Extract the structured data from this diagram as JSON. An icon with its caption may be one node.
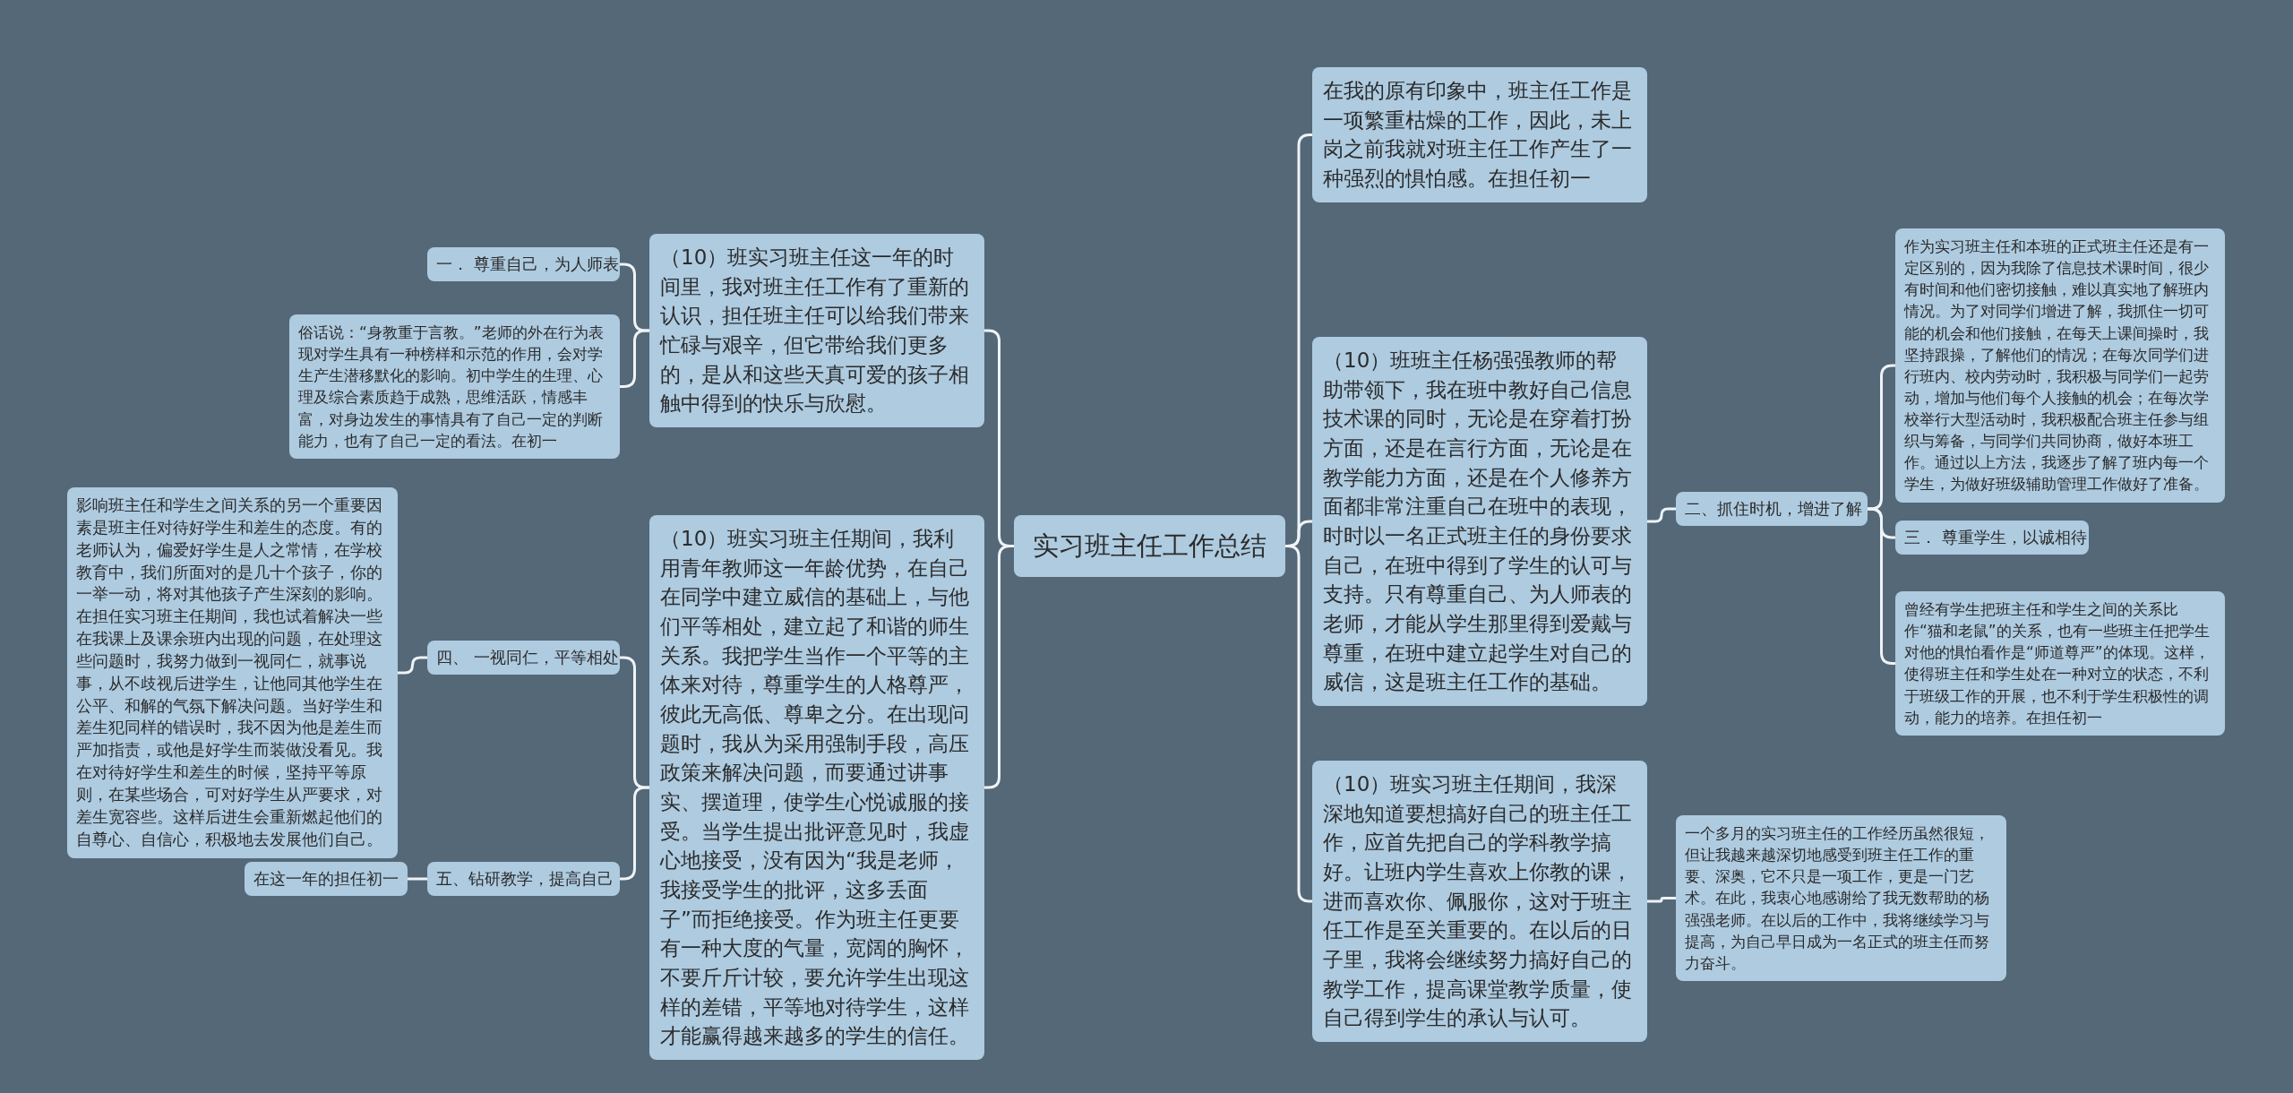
{
  "diagram": {
    "nodes": [
      {
        "text": [
          "实习班主任工作总结"
        ]
      },
      {
        "text": [
          "（10）班实习班主任这一年的时间里，我对班主任工作有了重新的认识，担任班主任可以给我们带来忙碌与艰辛，但它带给我们更多的，是从和这些天真可爱的孩子相触中得到的快乐与欣慰。"
        ]
      },
      {
        "text": [
          "一．  尊重自己，为人师表"
        ]
      },
      {
        "text": [
          "俗话说：“身教重于言教。”老师的外在行为表现对学生具有一种榜样和示范的作用，会对学生产生潜移默化的影响。初中学生的生理、心理及综合素质趋于成熟，思维活跃，情感丰富，对身边发生的事情具有了自己一定的判断能力，也有了自己一定的看法。在初一"
        ]
      },
      {
        "text": [
          "（10）班实习班主任期间，我利用青年教师这一年龄优势，在自己在同学中建立威信的基础上，与他们平等相处，建立起了和谐的师生关系。我把学生当作一个平等的主体来对待，尊重学生的人格尊严，彼此无高低、尊卑之分。在出现问题时，我从为采用强制手段，高压政策来解决问题，而要通过讲事实、摆道理，使学生心悦诚服的接受。当学生提出批评意见时，我虚心地接受，没有因为“我是老师，我接受学生的批评，这多丢面子”而拒绝接受。作为班主任更要有一种大度的气量，宽阔的胸怀，不要斤斤计较，要允许学生出现这样的差错，平等地对待学生，这样才能赢得越来越多的学生的信任。"
        ]
      },
      {
        "text": [
          "四、 一视同仁，平等相处"
        ]
      },
      {
        "text": [
          "影响班主任和学生之间关系的另一个重要因素是班主任对待好学生和差生的态度。有的老师认为，偏爱好学生是人之常情，在学校教育中，我们所面对的是几十个孩子，你的一举一动，将对其他孩子产生深刻的影响。在担任实习班主任期间，我也试着解决一些在我课上及课余班内出现的问题，在处理这些问题时，我努力做到一视同仁，就事说事，从不歧视后进学生，让他同其他学生在公平、和解的气氛下解决问题。当好学生和差生犯同样的错误时，我不因为他是差生而严加指责，或他是好学生而装做没看见。我在对待好学生和差生的时候，坚持平等原则，在某些场合，可对好学生从严要求，对差生宽容些。这样后进生会重新燃起他们的自尊心、自信心，积极地去发展他们自己。"
        ]
      },
      {
        "text": [
          "五、钻研教学，提高自己"
        ]
      },
      {
        "text": [
          "在这一年的担任初一"
        ]
      },
      {
        "text": [
          "在我的原有印象中，班主任工作是一项繁重枯燥的工作，因此，未上岗之前我就对班主任工作产生了一种强烈的惧怕感。在担任初一"
        ]
      },
      {
        "text": [
          "（10）班班主任杨强强教师的帮助带领下，我在班中教好自己信息技术课的同时，无论是在穿着打扮方面，还是在言行方面，无论是在教学能力方面，还是在个人修养方面都非常注重自己在班中的表现，时时以一名正式班主任的身份要求自己，在班中得到了学生的认可与支持。只有尊重自己、为人师表的老师，才能从学生那里得到爱戴与尊重，在班中建立起学生对自己的威信，这是班主任工作的基础。"
        ]
      },
      {
        "text": [
          "二、抓住时机，增进了解"
        ]
      },
      {
        "text": [
          "作为实习班主任和本班的正式班主任还是有一定区别的，因为我除了信息技术课时间，很少有时间和他们密切接触，难以真实地了解班内情况。为了对同学们增进了解，我抓住一切可能的机会和他们接触，在每天上课间操时，我坚持跟操，了解他们的情况；在每次同学们进行班内、校内劳动时，我积极与同学们一起劳动，增加与他们每个人接触的机会；在每次学校举行大型活动时，我积极配合班主任参与组织与筹备，与同学们共同协商，做好本班工作。通过以上方法，我逐步了解了班内每一个学生，为做好班级辅助管理工作做好了准备。"
        ]
      },
      {
        "text": [
          "三．  尊重学生，以诚相待"
        ]
      },
      {
        "text": [
          "曾经有学生把班主任和学生之间的关系比作“猫和老鼠”的关系，也有一些班主任把学生对他的惧怕看作是“师道尊严”的体现。这样，使得班主任和学生处在一种对立的状态，不利于班级工作的开展，也不利于学生积极性的调动，能力的培养。在担任初一"
        ]
      },
      {
        "text": [
          "（10）班实习班主任期间，我深深地知道要想搞好自己的班主任工作，应首先把自己的学科教学搞好。让班内学生喜欢上你教的课，进而喜欢你、佩服你，这对于班主任工作是至关重要的。在以后的日子里，我将会继续努力搞好自己的教学工作，提高课堂教学质量，使自己得到学生的承认与认可。"
        ]
      },
      {
        "text": [
          "一个多月的实习班主任的工作经历虽然很短，但让我越来越深切地感受到班主任工作的重要、深奥，它不只是一项工作，更是一门艺术。在此，我衷心地感谢给了我无数帮助的杨强强老师。在以后的工作中，我将继续学习与提高，为自己早日成为一名正式的班主任而努力奋斗。"
        ]
      }
    ],
    "edges": [
      {
        "from": 0,
        "to": 1,
        "arrow": "none"
      },
      {
        "from": 1,
        "to": 2,
        "arrow": "none"
      },
      {
        "from": 1,
        "to": 3,
        "arrow": "none"
      },
      {
        "from": 0,
        "to": 4,
        "arrow": "none"
      },
      {
        "from": 4,
        "to": 5,
        "arrow": "none"
      },
      {
        "from": 5,
        "to": 6,
        "arrow": "none"
      },
      {
        "from": 4,
        "to": 7,
        "arrow": "none"
      },
      {
        "from": 7,
        "to": 8,
        "arrow": "none"
      },
      {
        "from": 0,
        "to": 9,
        "arrow": "none"
      },
      {
        "from": 0,
        "to": 10,
        "arrow": "none"
      },
      {
        "from": 10,
        "to": 11,
        "arrow": "none"
      },
      {
        "from": 11,
        "to": 12,
        "arrow": "none"
      },
      {
        "from": 11,
        "to": 13,
        "arrow": "none"
      },
      {
        "from": 11,
        "to": 14,
        "arrow": "none"
      },
      {
        "from": 0,
        "to": 15,
        "arrow": "none"
      },
      {
        "from": 15,
        "to": 16,
        "arrow": "none"
      }
    ]
  }
}
